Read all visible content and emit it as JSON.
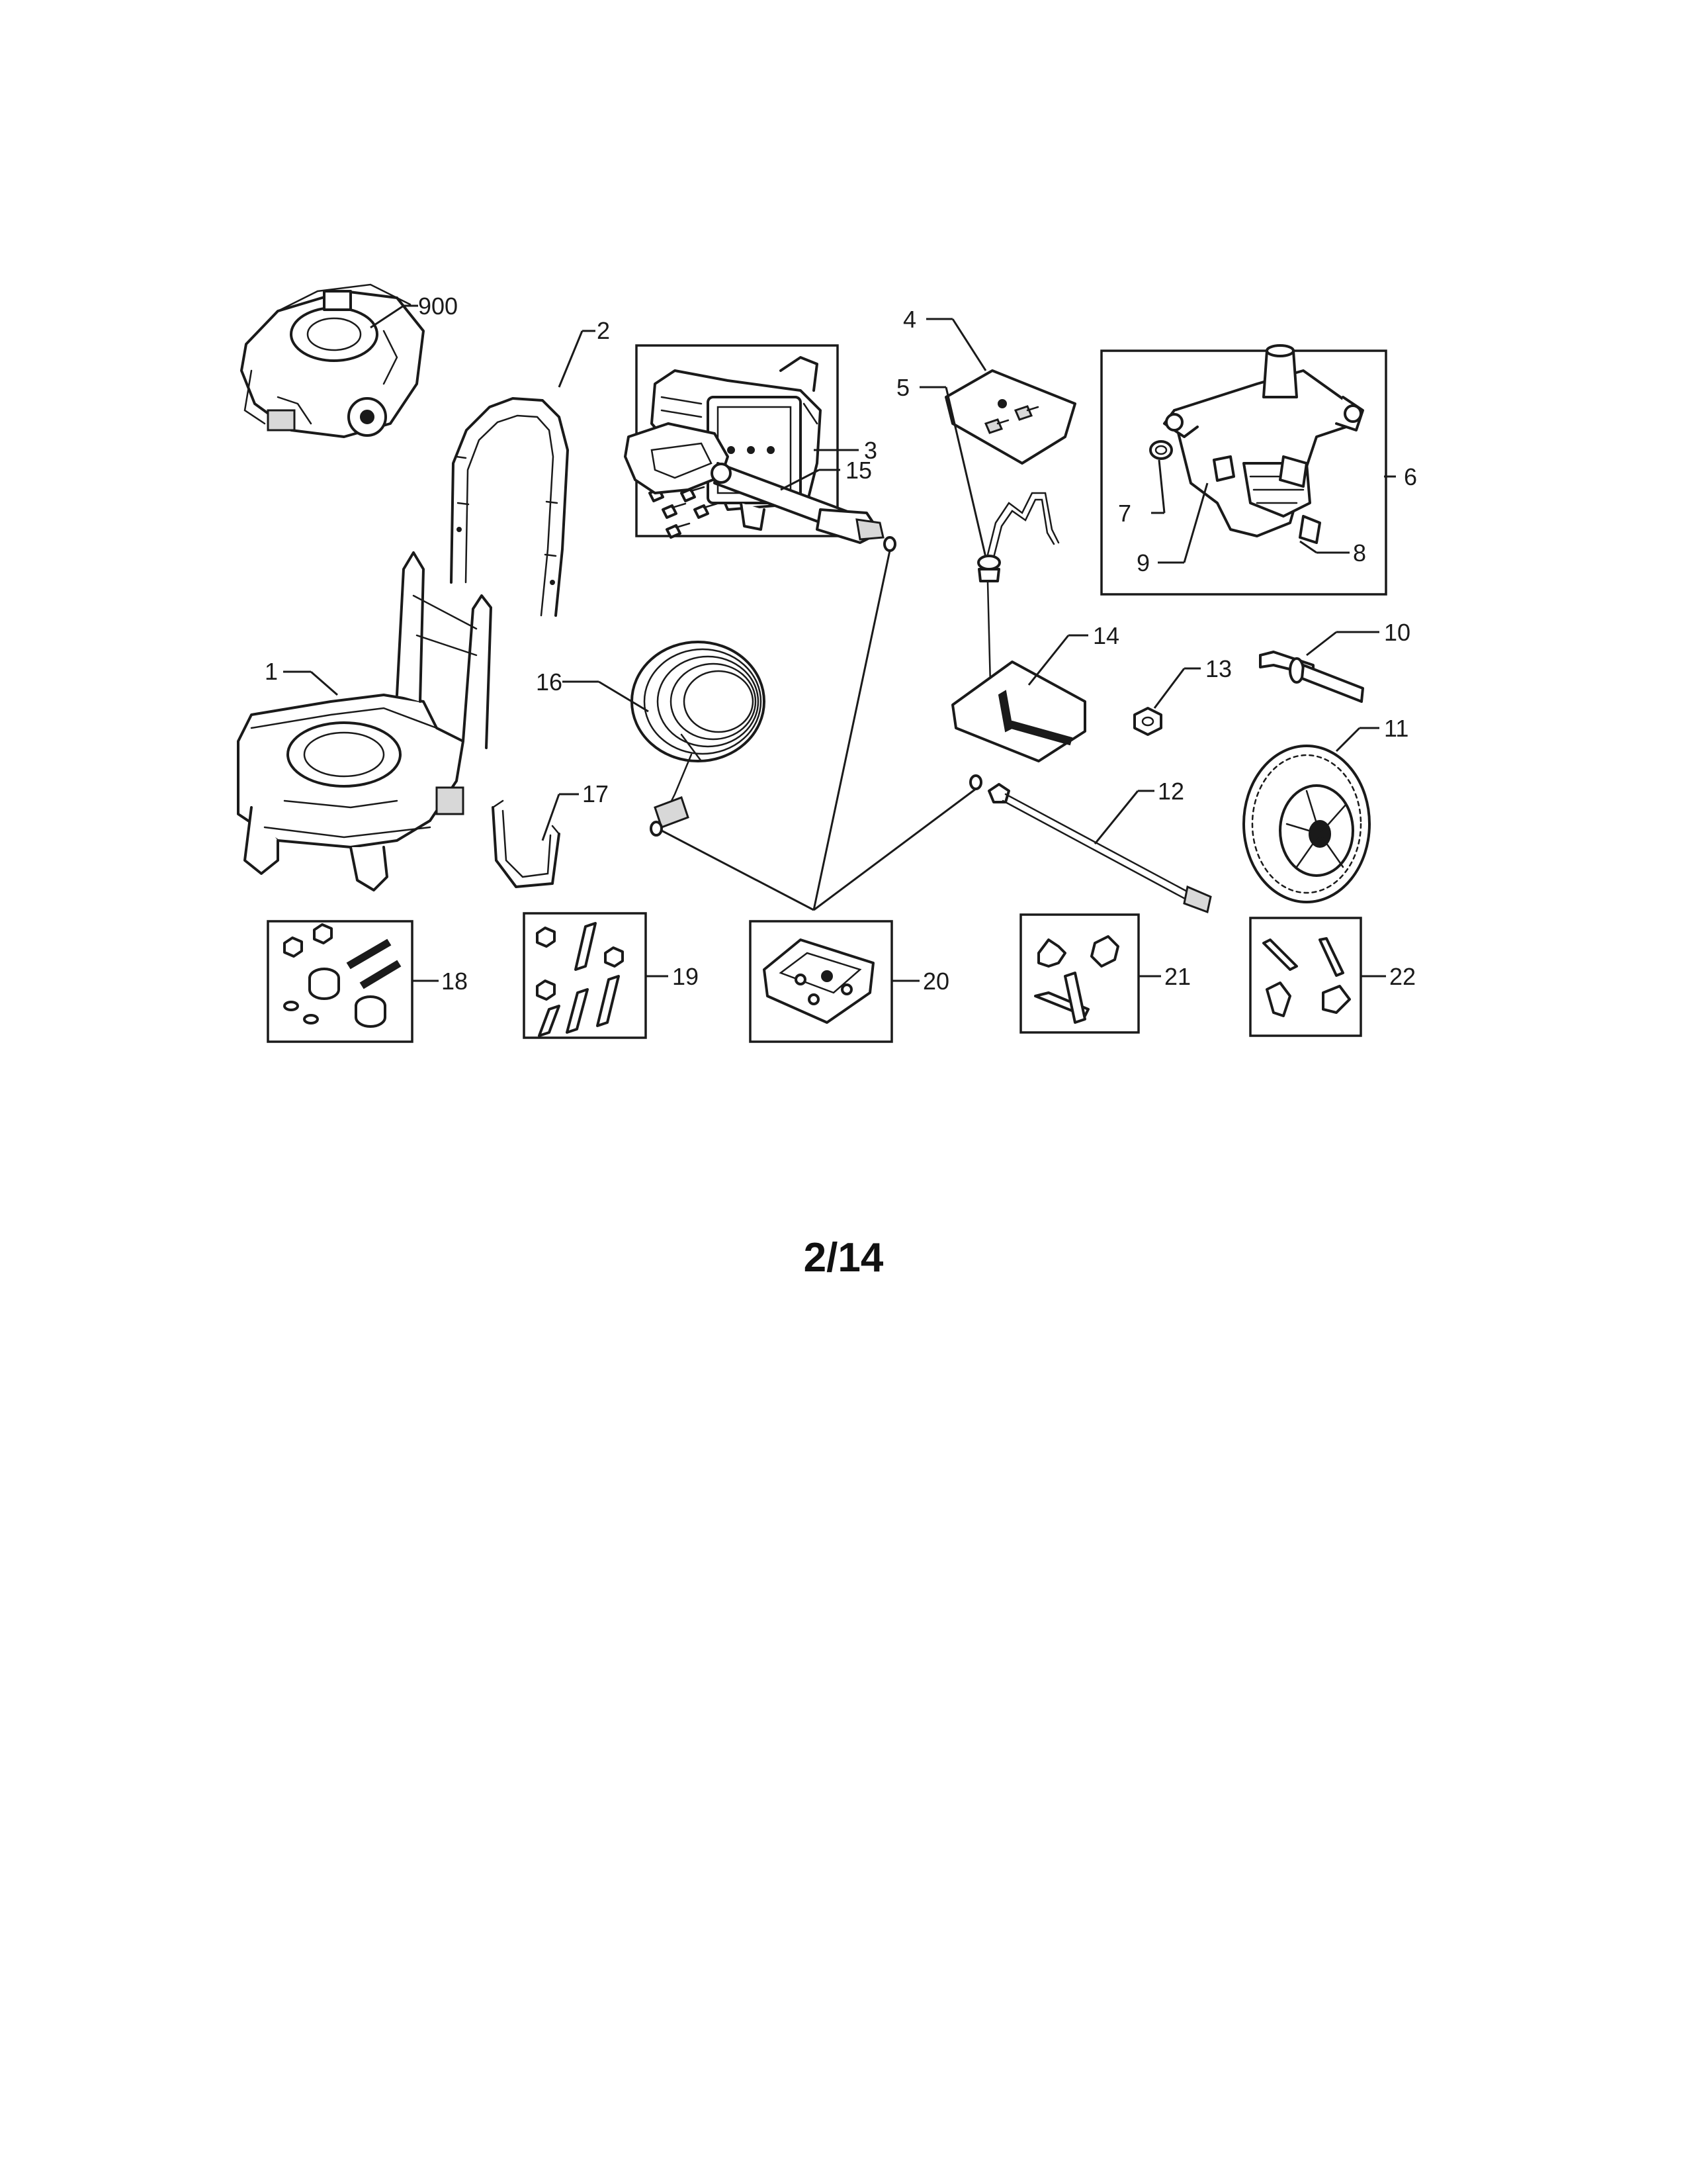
{
  "page": {
    "number": "2/14"
  },
  "callouts": {
    "p900": "900",
    "p1": "1",
    "p2": "2",
    "p3": "3",
    "p4": "4",
    "p5": "5",
    "p6": "6",
    "p7": "7",
    "p8": "8",
    "p9": "9",
    "p10": "10",
    "p11": "11",
    "p12": "12",
    "p13": "13",
    "p14": "14",
    "p15": "15",
    "p16": "16",
    "p17": "17",
    "p18": "18",
    "p19": "19",
    "p20": "20",
    "p21": "21",
    "p22": "22"
  }
}
